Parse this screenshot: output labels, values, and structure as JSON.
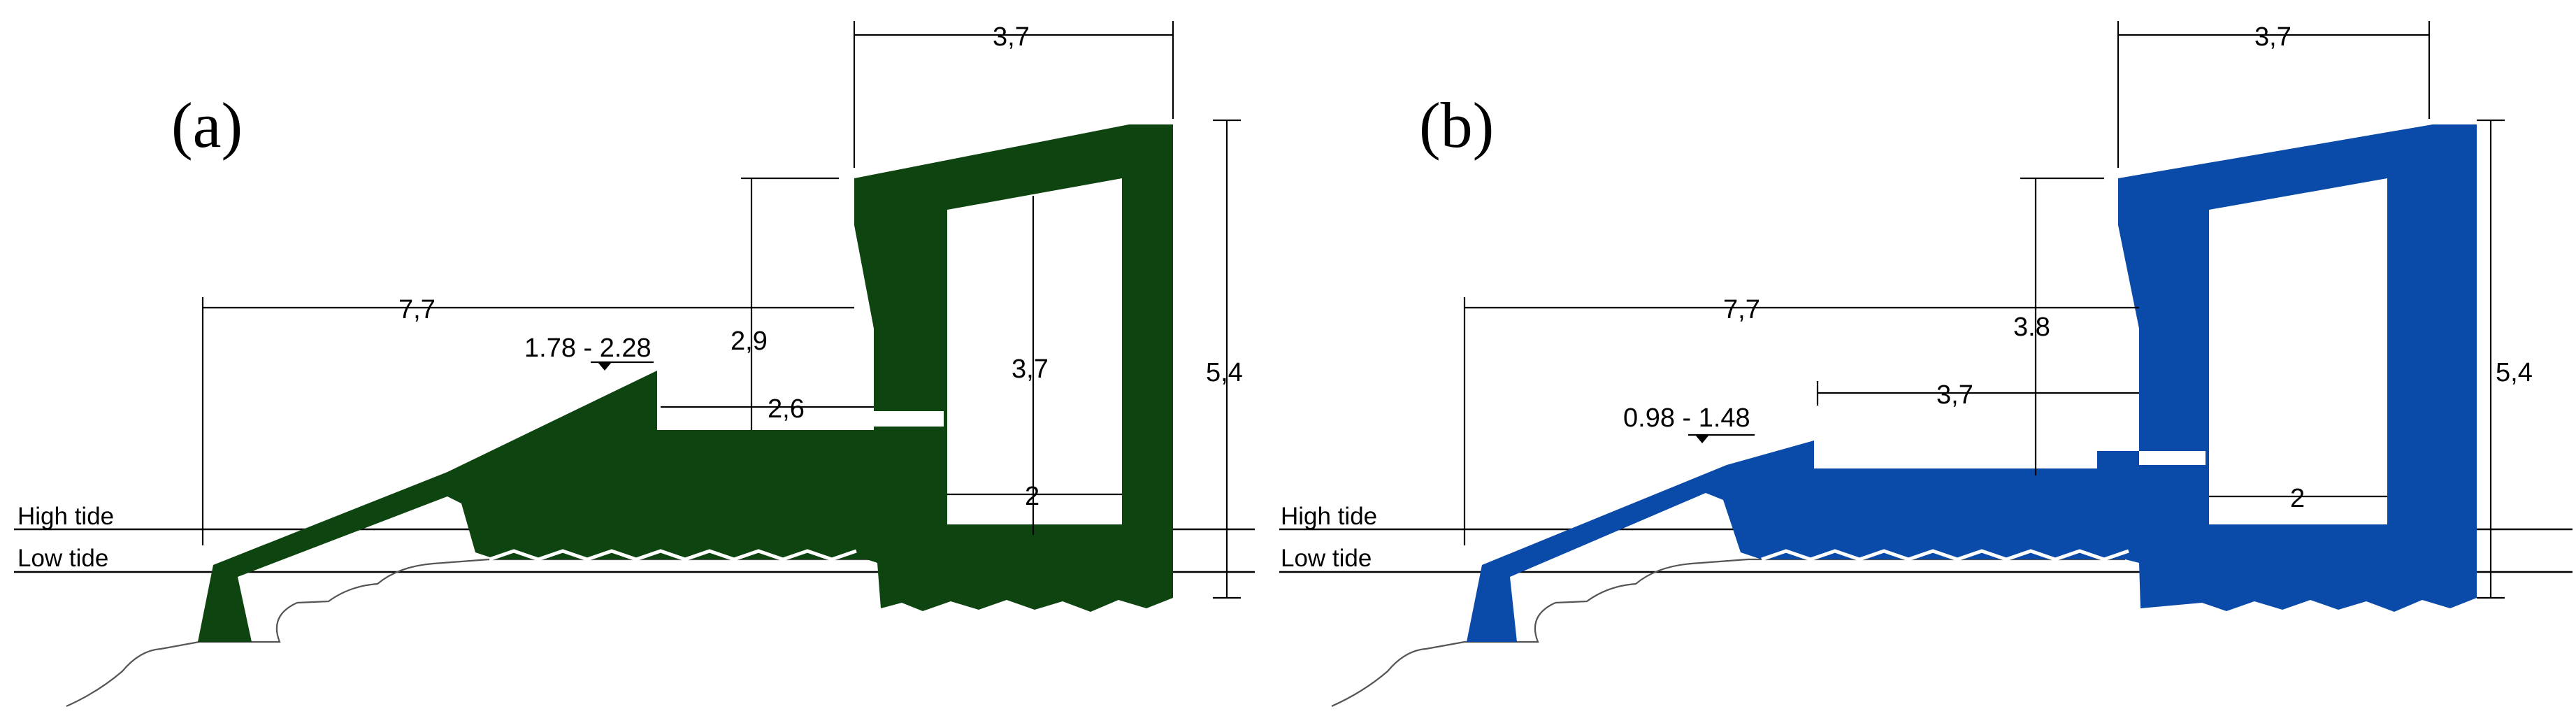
{
  "panels": [
    {
      "label": "(a)",
      "color": "#0e4410",
      "dimensions": {
        "top_width": "3,7",
        "total_length": "7,7",
        "crest_height": "2,9",
        "chamber_height": "3,7",
        "total_height": "5,4",
        "deck_length": "2,6",
        "chamber_width": "2",
        "elevation": "1.78 - 2.28"
      }
    },
    {
      "label": "(b)",
      "color": "#0a4aa8",
      "dimensions": {
        "top_width": "3,7",
        "total_length": "7,7",
        "crest_height": "3.8",
        "deck_length": "3,7",
        "total_height": "5,4",
        "chamber_width": "2",
        "elevation": "0.98 - 1.48"
      }
    }
  ],
  "tide_labels": {
    "high": "High tide",
    "low": "Low tide"
  }
}
